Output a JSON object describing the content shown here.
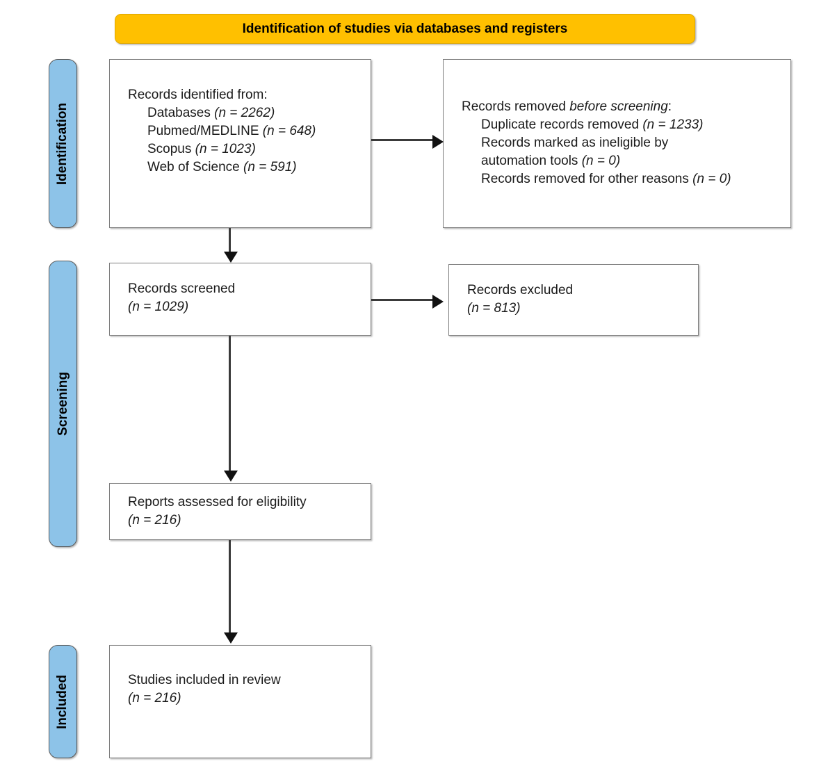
{
  "banner": {
    "title": "Identification of studies via databases and registers",
    "bg_color": "#FFC000"
  },
  "stages": {
    "identification": "Identification",
    "screening": "Screening",
    "included": "Included",
    "color": "#8DC3E8"
  },
  "boxes": {
    "identified": {
      "name": "records-identified",
      "heading": "Records identified from:",
      "lines": [
        {
          "label": "Databases",
          "n": "(n = 2262)"
        },
        {
          "label": "Pubmed/MEDLINE",
          "n": "(n = 648)"
        },
        {
          "label": "Scopus",
          "n": "(n = 1023)"
        },
        {
          "label": "Web of Science",
          "n": "(n = 591)"
        }
      ]
    },
    "removed": {
      "name": "records-removed-before-screening",
      "heading_plain": "Records removed ",
      "heading_italic": "before screening",
      "heading_tail": ":",
      "lines": [
        {
          "label": "Duplicate records removed",
          "n": "(n = 1233)"
        },
        {
          "label": "Records marked as ineligible by",
          "n": ""
        },
        {
          "label": "automation tools",
          "n": "(n = 0)"
        },
        {
          "label": "Records removed for other reasons",
          "n": "(n = 0)"
        }
      ]
    },
    "screened": {
      "name": "records-screened",
      "heading": "Records screened",
      "count": "(n = 1029)"
    },
    "excluded": {
      "name": "records-excluded",
      "heading": "Records excluded",
      "count": "(n = 813)"
    },
    "eligibility": {
      "name": "reports-assessed-for-eligibility",
      "heading": "Reports assessed for eligibility",
      "count": "(n = 216)"
    },
    "included": {
      "name": "studies-included-in-review",
      "heading": "Studies included in review",
      "count": "(n = 216)"
    }
  },
  "chart_data": {
    "type": "diagram",
    "title": "Identification of studies via databases and registers",
    "flow": "PRISMA 2020 flow diagram",
    "stages": [
      "Identification",
      "Screening",
      "Included"
    ],
    "nodes": [
      {
        "id": "identified",
        "stage": "Identification",
        "label": "Records identified from",
        "values": {
          "Databases": 2262,
          "Pubmed/MEDLINE": 648,
          "Scopus": 1023,
          "Web of Science": 591
        }
      },
      {
        "id": "removed",
        "stage": "Identification",
        "label": "Records removed before screening",
        "values": {
          "Duplicate records removed": 1233,
          "Records marked as ineligible by automation tools": 0,
          "Records removed for other reasons": 0
        }
      },
      {
        "id": "screened",
        "stage": "Screening",
        "label": "Records screened",
        "n": 1029
      },
      {
        "id": "excluded",
        "stage": "Screening",
        "label": "Records excluded",
        "n": 813
      },
      {
        "id": "eligibility",
        "stage": "Screening",
        "label": "Reports assessed for eligibility",
        "n": 216
      },
      {
        "id": "included",
        "stage": "Included",
        "label": "Studies included in review",
        "n": 216
      }
    ],
    "edges": [
      {
        "from": "identified",
        "to": "removed",
        "direction": "right"
      },
      {
        "from": "identified",
        "to": "screened",
        "direction": "down"
      },
      {
        "from": "screened",
        "to": "excluded",
        "direction": "right"
      },
      {
        "from": "screened",
        "to": "eligibility",
        "direction": "down"
      },
      {
        "from": "eligibility",
        "to": "included",
        "direction": "down"
      }
    ]
  }
}
